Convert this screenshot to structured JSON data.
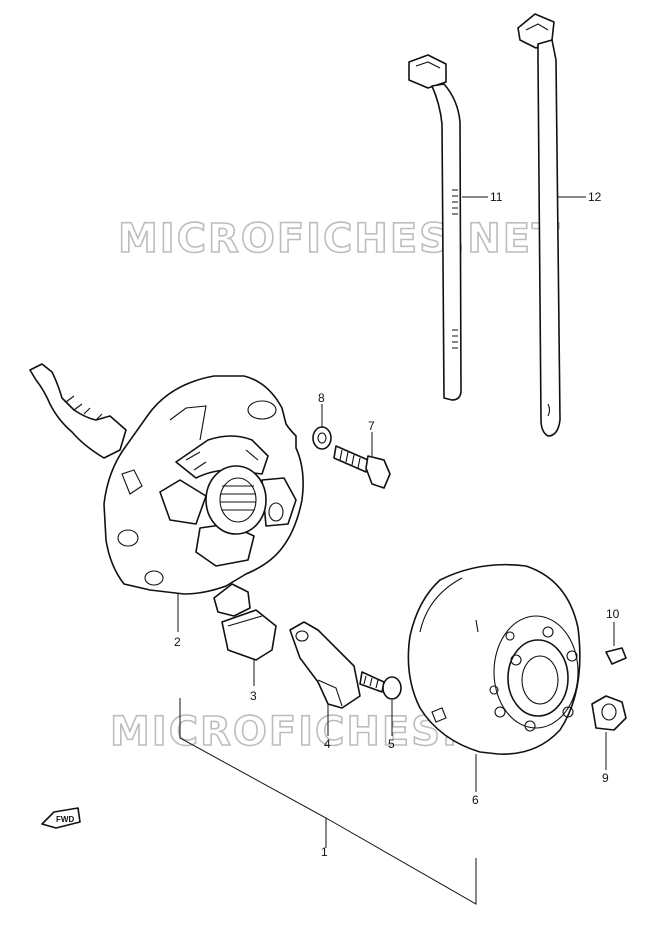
{
  "watermark": {
    "top": "MICROFICHES.NET",
    "bottom": "MICROFICHES.NET"
  },
  "fwd_label": "FWD",
  "callouts": {
    "p1": "1",
    "p2": "2",
    "p3": "3",
    "p4": "4",
    "p5": "5",
    "p6": "6",
    "p7": "7",
    "p8": "8",
    "p9": "9",
    "p10": "10",
    "p11": "11",
    "p12": "12"
  }
}
